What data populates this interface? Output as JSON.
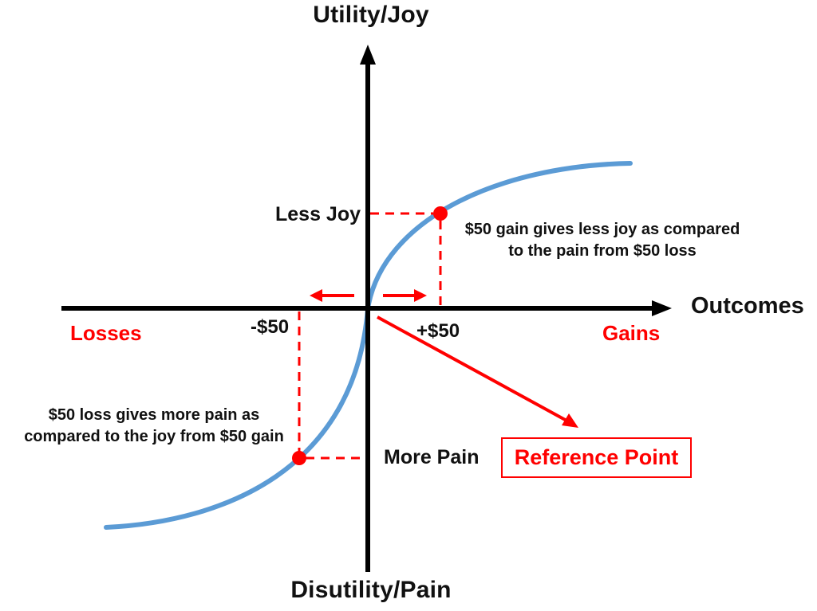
{
  "figure": {
    "y_axis_positive_label": "Utility/Joy",
    "y_axis_negative_label": "Disutility/Pain",
    "x_axis_label": "Outcomes",
    "losses_label": "Losses",
    "gains_label": "Gains",
    "loss_amount_label": "-$50",
    "gain_amount_label": "+$50",
    "gain_point_label": "Less Joy",
    "loss_point_label": "More Pain",
    "gain_annotation_line1": "$50 gain gives less joy as compared",
    "gain_annotation_line2": "to the pain from $50 loss",
    "loss_annotation_line1": "$50 loss gives more pain as",
    "loss_annotation_line2": "compared to the joy from $50 gain",
    "reference_point_label": "Reference Point"
  },
  "colors": {
    "curve_blue": "#5B9BD5",
    "accent_red": "#FF0000",
    "axis_black": "#000000",
    "background": "#FFFFFF"
  },
  "chart_data": {
    "type": "line",
    "title": "Prospect theory value function (S-shaped curve around a reference point)",
    "xlabel": "Outcomes",
    "ylabel": "Utility/Joy (up) vs Disutility/Pain (down)",
    "key_points": [
      {
        "x": "-$50",
        "label": "More Pain",
        "note": "$50 loss gives more pain as compared to the joy from $50 gain"
      },
      {
        "x": "0",
        "label": "Reference Point"
      },
      {
        "x": "+$50",
        "label": "Less Joy",
        "note": "$50 gain gives less joy as compared to the pain from $50 loss"
      }
    ],
    "shape": "concave (flattening) for gains, convex and steeper for losses",
    "legend_position": "none",
    "grid": false
  }
}
